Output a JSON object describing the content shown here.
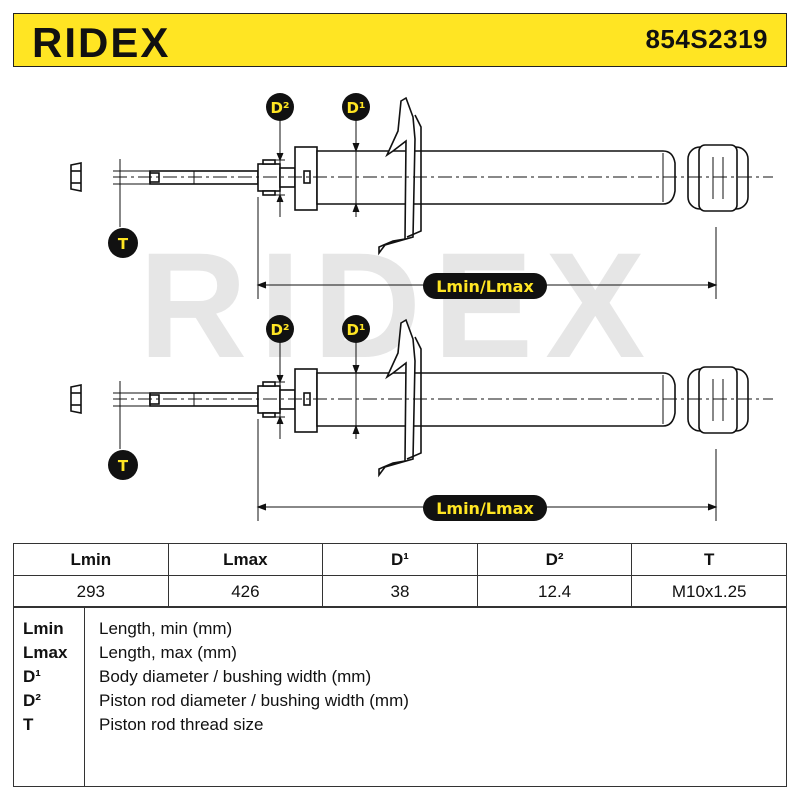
{
  "header": {
    "brand": "RIDEX",
    "part_number": "854S2319"
  },
  "watermark": {
    "text": "RIDEX"
  },
  "diagram": {
    "label_d2": "D²",
    "label_d1": "D¹",
    "label_t": "T",
    "label_length": "Lmin/Lmax"
  },
  "table": {
    "headers": [
      "Lmin",
      "Lmax",
      "D¹",
      "D²",
      "T"
    ],
    "values": [
      "293",
      "426",
      "38",
      "12.4",
      "M10x1.25"
    ]
  },
  "legend": [
    {
      "key": "Lmin",
      "desc": "Length, min (mm)"
    },
    {
      "key": "Lmax",
      "desc": "Length, max (mm)"
    },
    {
      "key": "D¹",
      "desc": "Body diameter / bushing width (mm)"
    },
    {
      "key": "D²",
      "desc": "Piston rod diameter / bushing width (mm)"
    },
    {
      "key": "T",
      "desc": "Piston rod thread size"
    }
  ],
  "colors": {
    "accent_yellow": "#ffe523",
    "dark": "#111111",
    "watermark": "#e6e6e6"
  }
}
